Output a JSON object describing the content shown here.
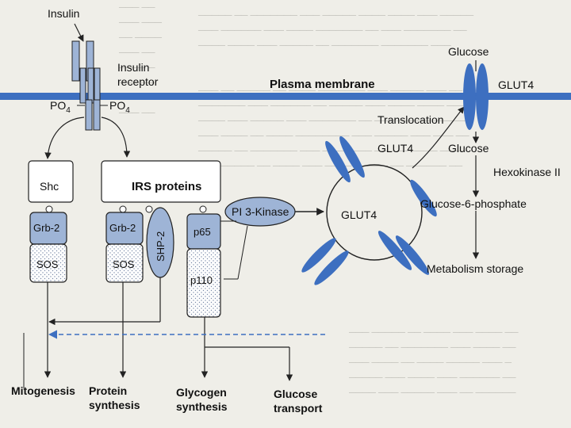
{
  "labels": {
    "insulin": "Insulin",
    "insulin_receptor_l1": "Insulin",
    "insulin_receptor_l2": "receptor",
    "po4_left": "PO",
    "po4_right": "PO",
    "po4_sub": "4",
    "plasma_membrane": "Plasma membrane",
    "glucose_top": "Glucose",
    "glut4_membrane": "GLUT4",
    "translocation": "Translocation",
    "glut4_vesicle_a": "GLUT4",
    "glut4_vesicle_b": "GLUT4",
    "glucose_mid": "Glucose",
    "hexokinase": "Hexokinase II",
    "g6p": "Glucose-6-phosphate",
    "metabolism": "Metabolism storage",
    "shc": "Shc",
    "irs": "IRS proteins",
    "grb2_left": "Grb-2",
    "grb2_mid": "Grb-2",
    "sos_left": "SOS",
    "sos_mid": "SOS",
    "shp2": "SHP-2",
    "p65": "p65",
    "p110": "p110",
    "pi3k": "PI 3-Kinase",
    "mitogenesis": "Mitogenesis",
    "protein_l1": "Protein",
    "protein_l2": "synthesis",
    "glycogen_l1": "Glycogen",
    "glycogen_l2": "synthesis",
    "glucose_transport_l1": "Glucose",
    "glucose_transport_l2": "transport"
  },
  "colors": {
    "accent_blue": "#3d6fc0",
    "component_blue": "#9eb4d6",
    "outline": "#222222",
    "paper": "#efeee8"
  }
}
